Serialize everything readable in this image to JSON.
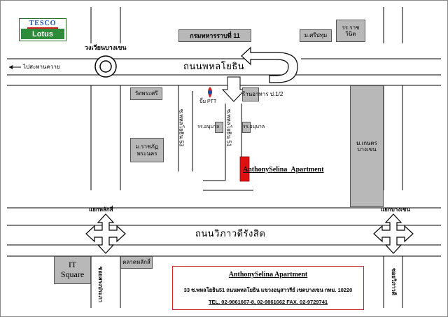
{
  "logo": {
    "line1": "TESCO",
    "line2": "Lotus"
  },
  "roads": {
    "main_top": "ถนนพหลโยธิน",
    "main_bottom": "ถนนวิภาวดีรังสิต",
    "soi_left": "ซ.พหลโยธิน 53",
    "soi_right": "ซ.พหลโยธิน 51",
    "to_saphan_khwai": "ไปสะพานควาย",
    "far_right_vertical": "ซอยวิภาวดี",
    "left_bottom_vertical": "ซอยสรงประภา"
  },
  "places": {
    "circle": "วงเวียนบางเขน",
    "dept": "กรมทหารราบที่ 11",
    "post": "ม.ศรีปทุม",
    "school_top": "รร.ราช วินิต",
    "wat": "วัดพระศรี",
    "ptt": "ปั๊ม PTT",
    "restaurant": "ร้านอาหาร ป.1/2",
    "shop1": "รร.อนุบาล",
    "shop2": "รร.อนุบาล",
    "rajabhat": "ม.ราชภัฏ พระนคร",
    "hospital": "ม.เกษตร บางเขน",
    "apartment": "AnthonySelina_Apartment",
    "it_square": "IT Square",
    "lak_si_market": "ตลาดหลักสี่",
    "intersection_left": "แยกหลักสี่",
    "intersection_right": "แยกบางเขน"
  },
  "info_box": {
    "title": "AnthonySelina Apartment",
    "address": "33 ซ.พหลโยธิน51 ถนนพหลโยธิน แขวงอนุสาวรีย์ เขตบางเขน กทม. 10220",
    "tel": "TEL. 02-9861667-8, 02-9861662 FAX. 02-9729741"
  },
  "colors": {
    "apartment_marker": "#e01010",
    "info_border": "#cc2222",
    "block_gray": "#b8b8b8"
  }
}
